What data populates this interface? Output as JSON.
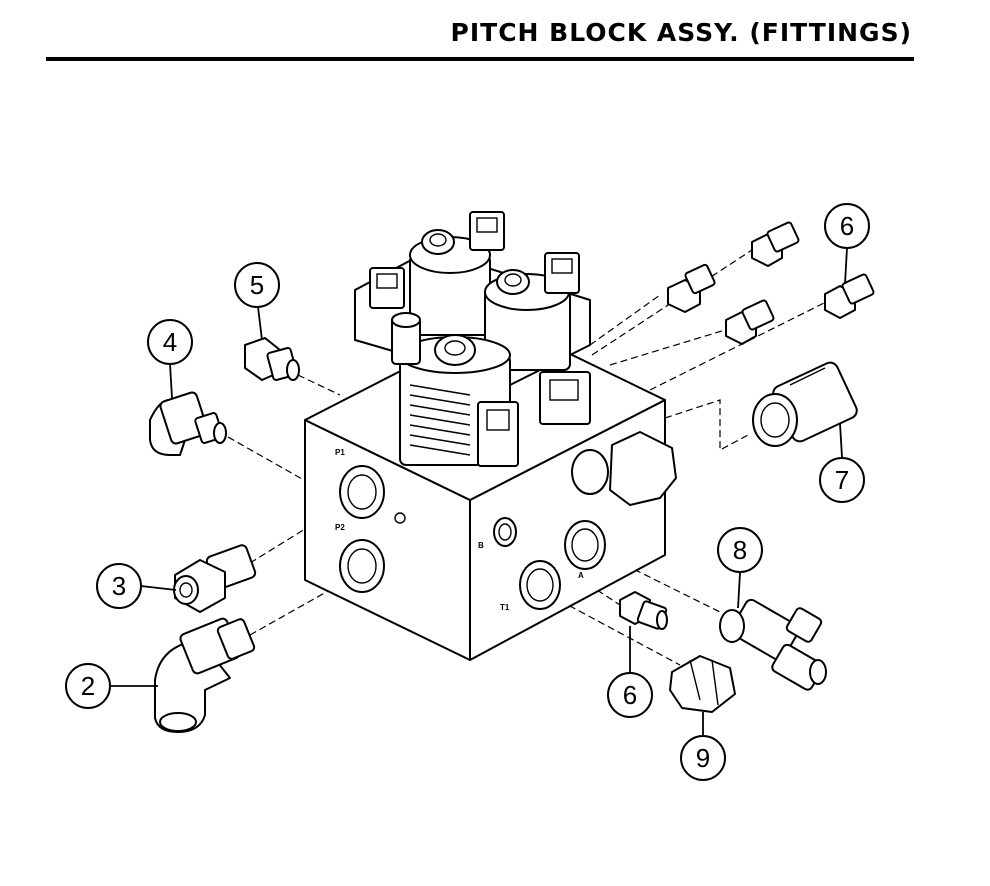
{
  "header": {
    "title": "PITCH BLOCK ASSY. (FITTINGS)"
  },
  "callouts": [
    {
      "id": "c2",
      "number": "2"
    },
    {
      "id": "c3",
      "number": "3"
    },
    {
      "id": "c4",
      "number": "4"
    },
    {
      "id": "c5",
      "number": "5"
    },
    {
      "id": "c6a",
      "number": "6"
    },
    {
      "id": "c6b",
      "number": "6"
    },
    {
      "id": "c7",
      "number": "7"
    },
    {
      "id": "c8",
      "number": "8"
    },
    {
      "id": "c9",
      "number": "9"
    }
  ],
  "port_labels": [
    "P1",
    "P2",
    "T1",
    "B",
    "A"
  ]
}
